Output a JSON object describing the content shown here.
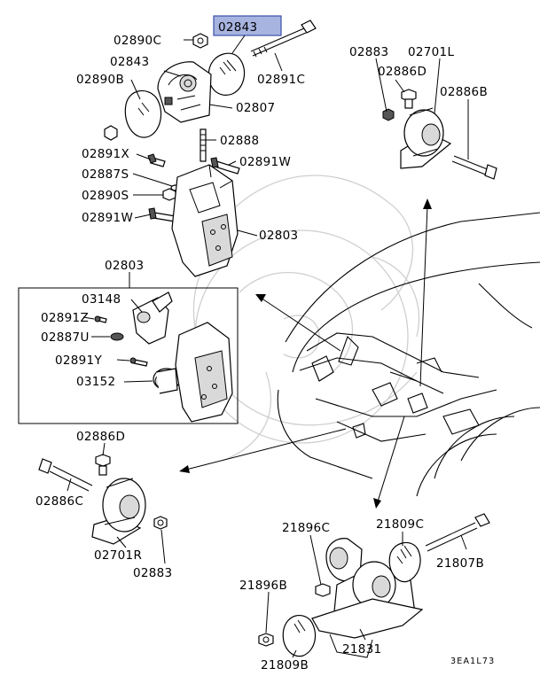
{
  "highlight_label": "02843",
  "labels": {
    "l02890c_top": "02890C",
    "l02843_a": "02843",
    "l02890b": "02890B",
    "l02891c": "02891C",
    "l02807": "02807",
    "l02888": "02888",
    "l02891x": "02891X",
    "l02891w_a": "02891W",
    "l02887s": "02887S",
    "l02890s": "02890S",
    "l02891w_b": "02891W",
    "l02803_a": "02803",
    "l02803_b": "02803",
    "l03148": "03148",
    "l02891z": "02891Z",
    "l02887u": "02887U",
    "l02891y": "02891Y",
    "l03152": "03152",
    "l02883_a": "02883",
    "l02701l": "02701L",
    "l02886d_a": "02886D",
    "l02886b": "02886B",
    "l02886d_b": "02886D",
    "l02886c": "02886C",
    "l02701r": "02701R",
    "l02883_b": "02883",
    "l21896c": "21896C",
    "l21809c": "21809C",
    "l21807b": "21807B",
    "l21896b": "21896B",
    "l21831": "21831",
    "l21809b": "21809B"
  },
  "diagram_code": "3EA1L73",
  "colors": {
    "highlight_fill": "#a8b4e0",
    "highlight_border": "#3a4fa8",
    "line": "#000000",
    "watermark": "#cfcfcf"
  }
}
